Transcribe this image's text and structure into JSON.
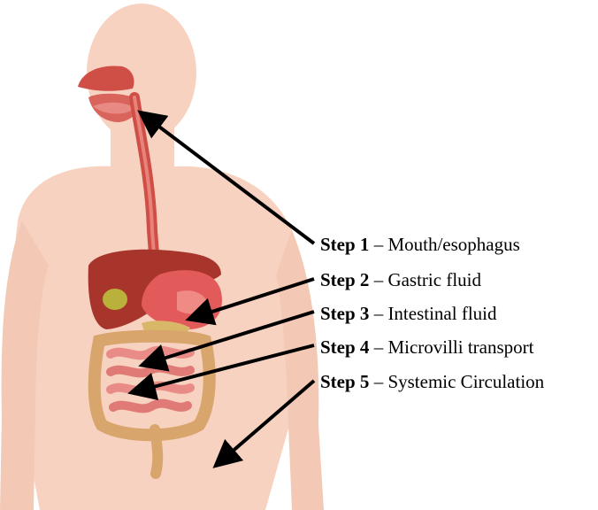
{
  "steps": [
    {
      "label": "Step 1",
      "separator": " – ",
      "description": "Mouth/esophagus"
    },
    {
      "label": "Step 2",
      "separator": " – ",
      "description": "Gastric fluid"
    },
    {
      "label": "Step 3",
      "separator": " – ",
      "description": "Intestinal fluid"
    },
    {
      "label": "Step 4",
      "separator": " – ",
      "description": "Microvilli transport"
    },
    {
      "label": "Step 5",
      "separator": " – ",
      "description": "Systemic Circulation"
    }
  ],
  "colors": {
    "skin": "#f7d2c0",
    "skin_edge": "#f1c1ac",
    "organ_red": "#c8473f",
    "liver": "#a8352c",
    "stomach": "#e35a5a",
    "intestine": "#e98c88",
    "colon": "#d8a56c",
    "gallbladder": "#b9b13b",
    "arrow": "#000000"
  }
}
